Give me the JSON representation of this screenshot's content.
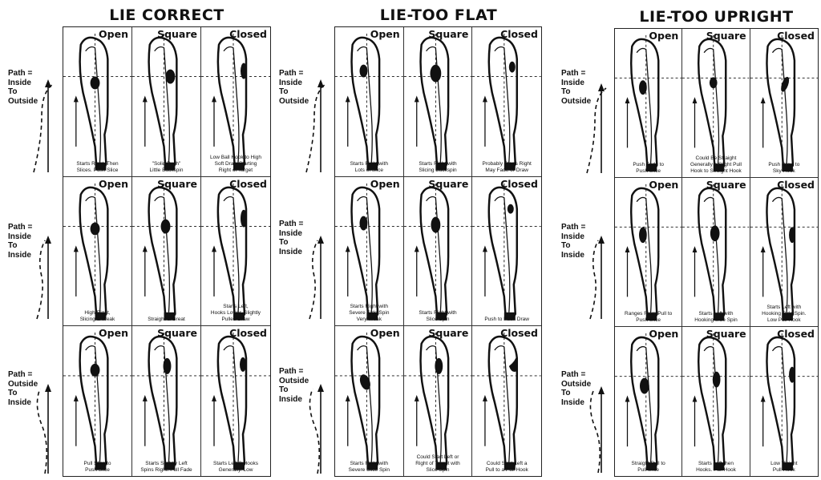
{
  "faces": [
    "Open",
    "Square",
    "Closed"
  ],
  "panels": [
    {
      "title": "LIE CORRECT",
      "rows": [
        {
          "path": "Path =\nInside\nTo\nOutside",
          "captions": [
            "Starts Right, Then\nSlices. Push Slice",
            "\"Solid Push\"\nLittle Backspin",
            "Low Ball Hook to High\nSoft Draw Starting\nRight of Target"
          ]
        },
        {
          "path": "Path =\nInside\nTo\nInside",
          "captions": [
            "High Right,\nSlicing & Weak",
            "Straight & Great",
            "Starts Left,\nHooks Lower. Slightly\nPulled Draw"
          ]
        },
        {
          "path": "Path =\nOutside\nTo\nInside",
          "captions": [
            "Pull Slice to\nPush Slice",
            "Starts Slightly Left\nSpins Right. Pull Fade",
            "Starts Left & Hooks\nGenerally. Low"
          ]
        }
      ]
    },
    {
      "title": "LIE-TOO FLAT",
      "rows": [
        {
          "path": "Path =\nInside\nTo\nOutside",
          "captions": [
            "Starts Right with\nLots of Slice",
            "Starts Right with\nSlicing Backspin",
            "Probably Starts Right\nMay Fade or Draw"
          ]
        },
        {
          "path": "Path =\nInside\nTo\nInside",
          "captions": [
            "Starts Right with\nSevere Side Spin\nVery Weak",
            "Starts Right with\nSlice Spin",
            "Push to Push Draw"
          ]
        },
        {
          "path": "Path =\nOutside\nTo\nInside",
          "captions": [
            "Starts Right with\nSevere Slice Spin",
            "Could Start Left or\nRight of Target with\nSlice Spin",
            "Could Start Left a\nPull to a Pull Hook"
          ]
        }
      ]
    },
    {
      "title": "LIE-TOO UPRIGHT",
      "rows": [
        {
          "path": "Path =\nInside\nTo\nOutside",
          "captions": [
            "Push Fade to\nPush Slice",
            "Could Be Straight\nGenerally a Slight Pull\nHook to Straight Hook",
            "Push Draw to\nSky Hook"
          ]
        },
        {
          "path": "Path =\nInside\nTo\nInside",
          "captions": [
            "Ranges From Pull to\nPush Slice",
            "Starts Left with\nHooking Side Spin",
            "Starts Left with\nHooking Side Spin.\nLow Pull Hook"
          ]
        },
        {
          "path": "Path =\nOutside\nTo\nInside",
          "captions": [
            "Straight Pull to\nPull Slice",
            "Starts Left then\nHooks. Pull Hook",
            "Low Violent\nPull Hook"
          ]
        }
      ]
    }
  ]
}
